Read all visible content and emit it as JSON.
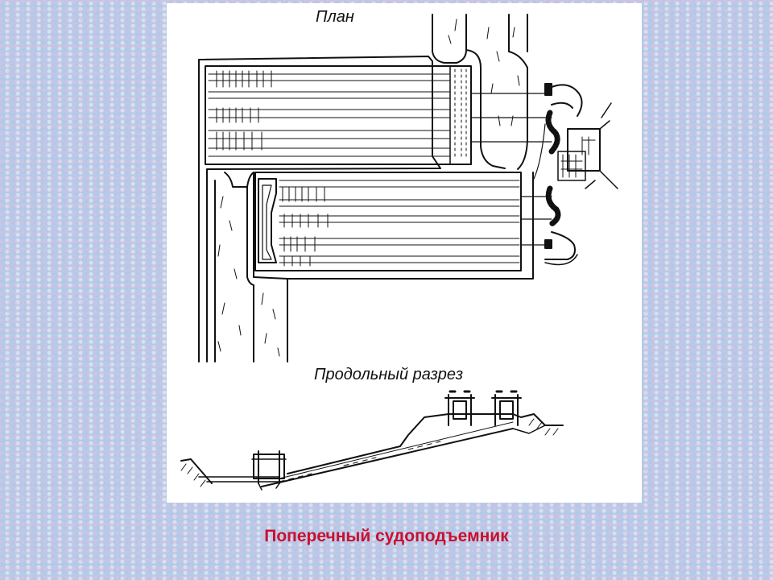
{
  "figure": {
    "plan_label": "План",
    "section_label": "Продольный разрез"
  },
  "caption": "Поперечный судоподъемник",
  "colors": {
    "caption": "#c8102e",
    "line": "#111111",
    "panel": "#ffffff"
  }
}
